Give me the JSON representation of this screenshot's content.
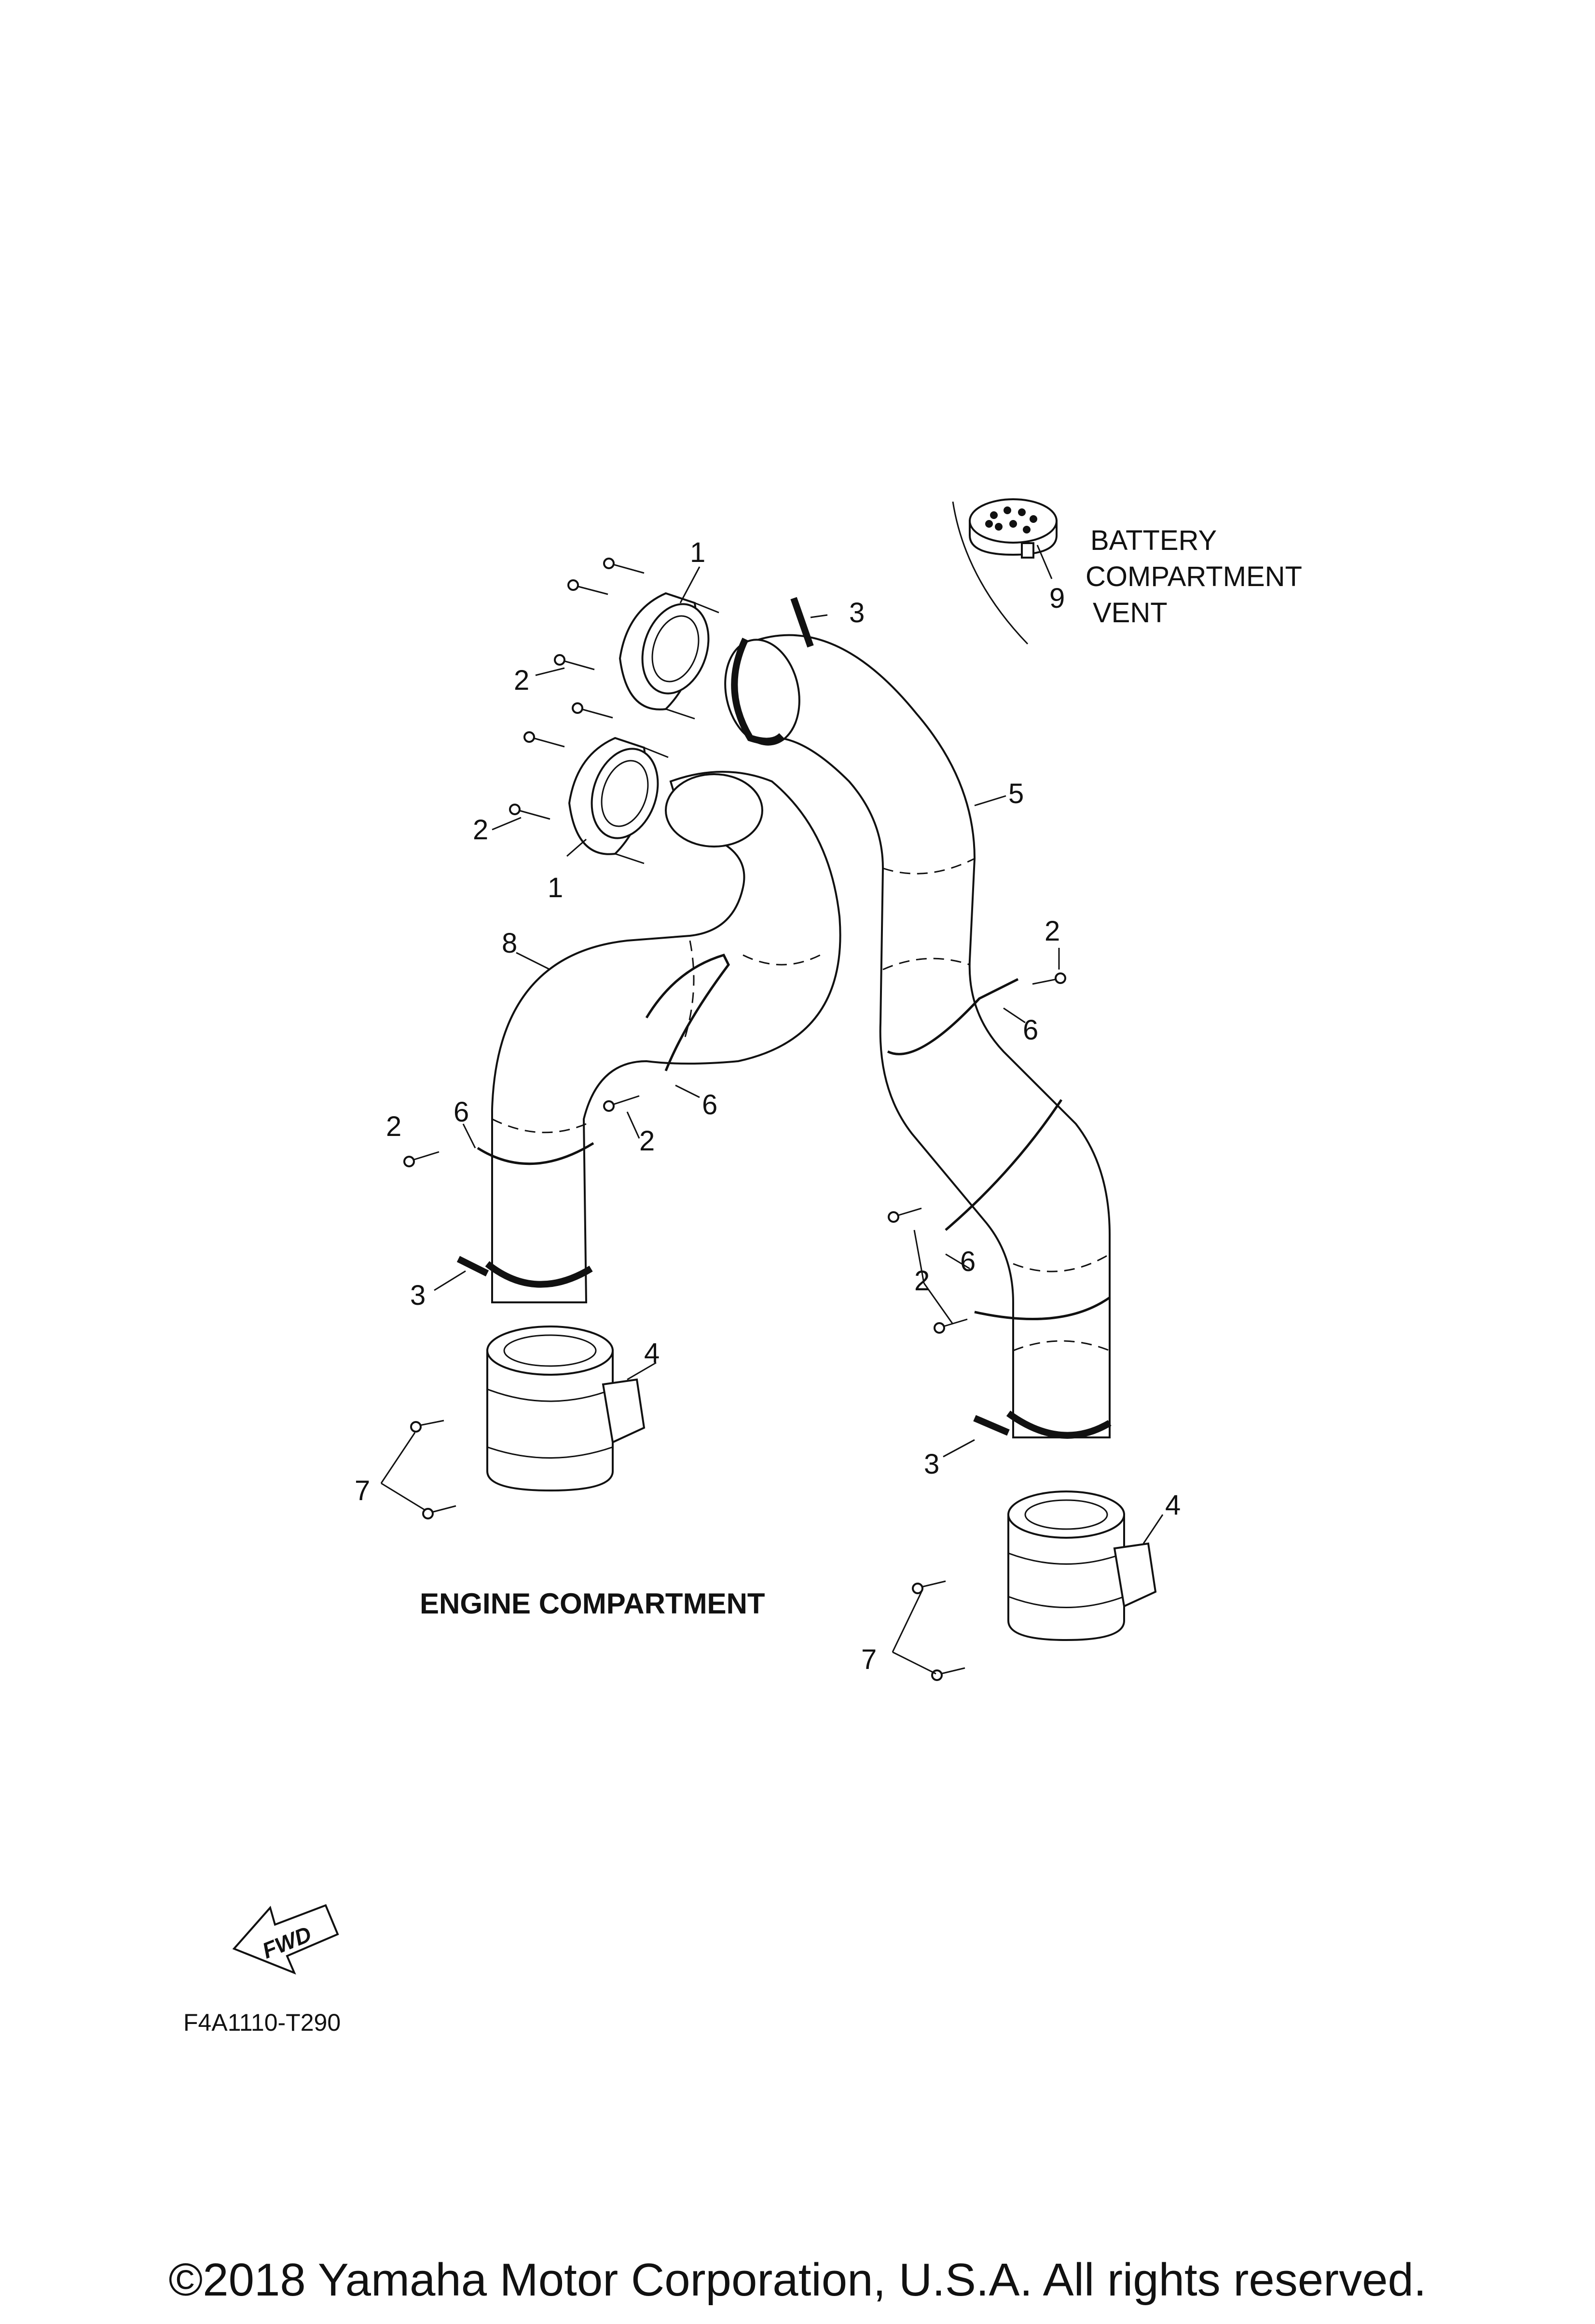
{
  "callouts": {
    "c1a": "1",
    "c1b": "1",
    "c2a": "2",
    "c2b": "2",
    "c2c": "2",
    "c2d": "2",
    "c2e": "2",
    "c2f": "2",
    "c3a": "3",
    "c3b": "3",
    "c3c": "3",
    "c4a": "4",
    "c4b": "4",
    "c5": "5",
    "c6a": "6",
    "c6b": "6",
    "c6c": "6",
    "c6d": "6",
    "c7a": "7",
    "c7b": "7",
    "c8": "8",
    "c9": "9"
  },
  "labels": {
    "battery_line1": "BATTERY",
    "battery_line2": "COMPARTMENT",
    "battery_line3": "VENT",
    "engine_compartment": "ENGINE COMPARTMENT",
    "fwd": "FWD",
    "diagram_code": "F4A1110-T290"
  },
  "footer": {
    "copyright": "©2018 Yamaha Motor Corporation, U.S.A. All rights reserved."
  }
}
